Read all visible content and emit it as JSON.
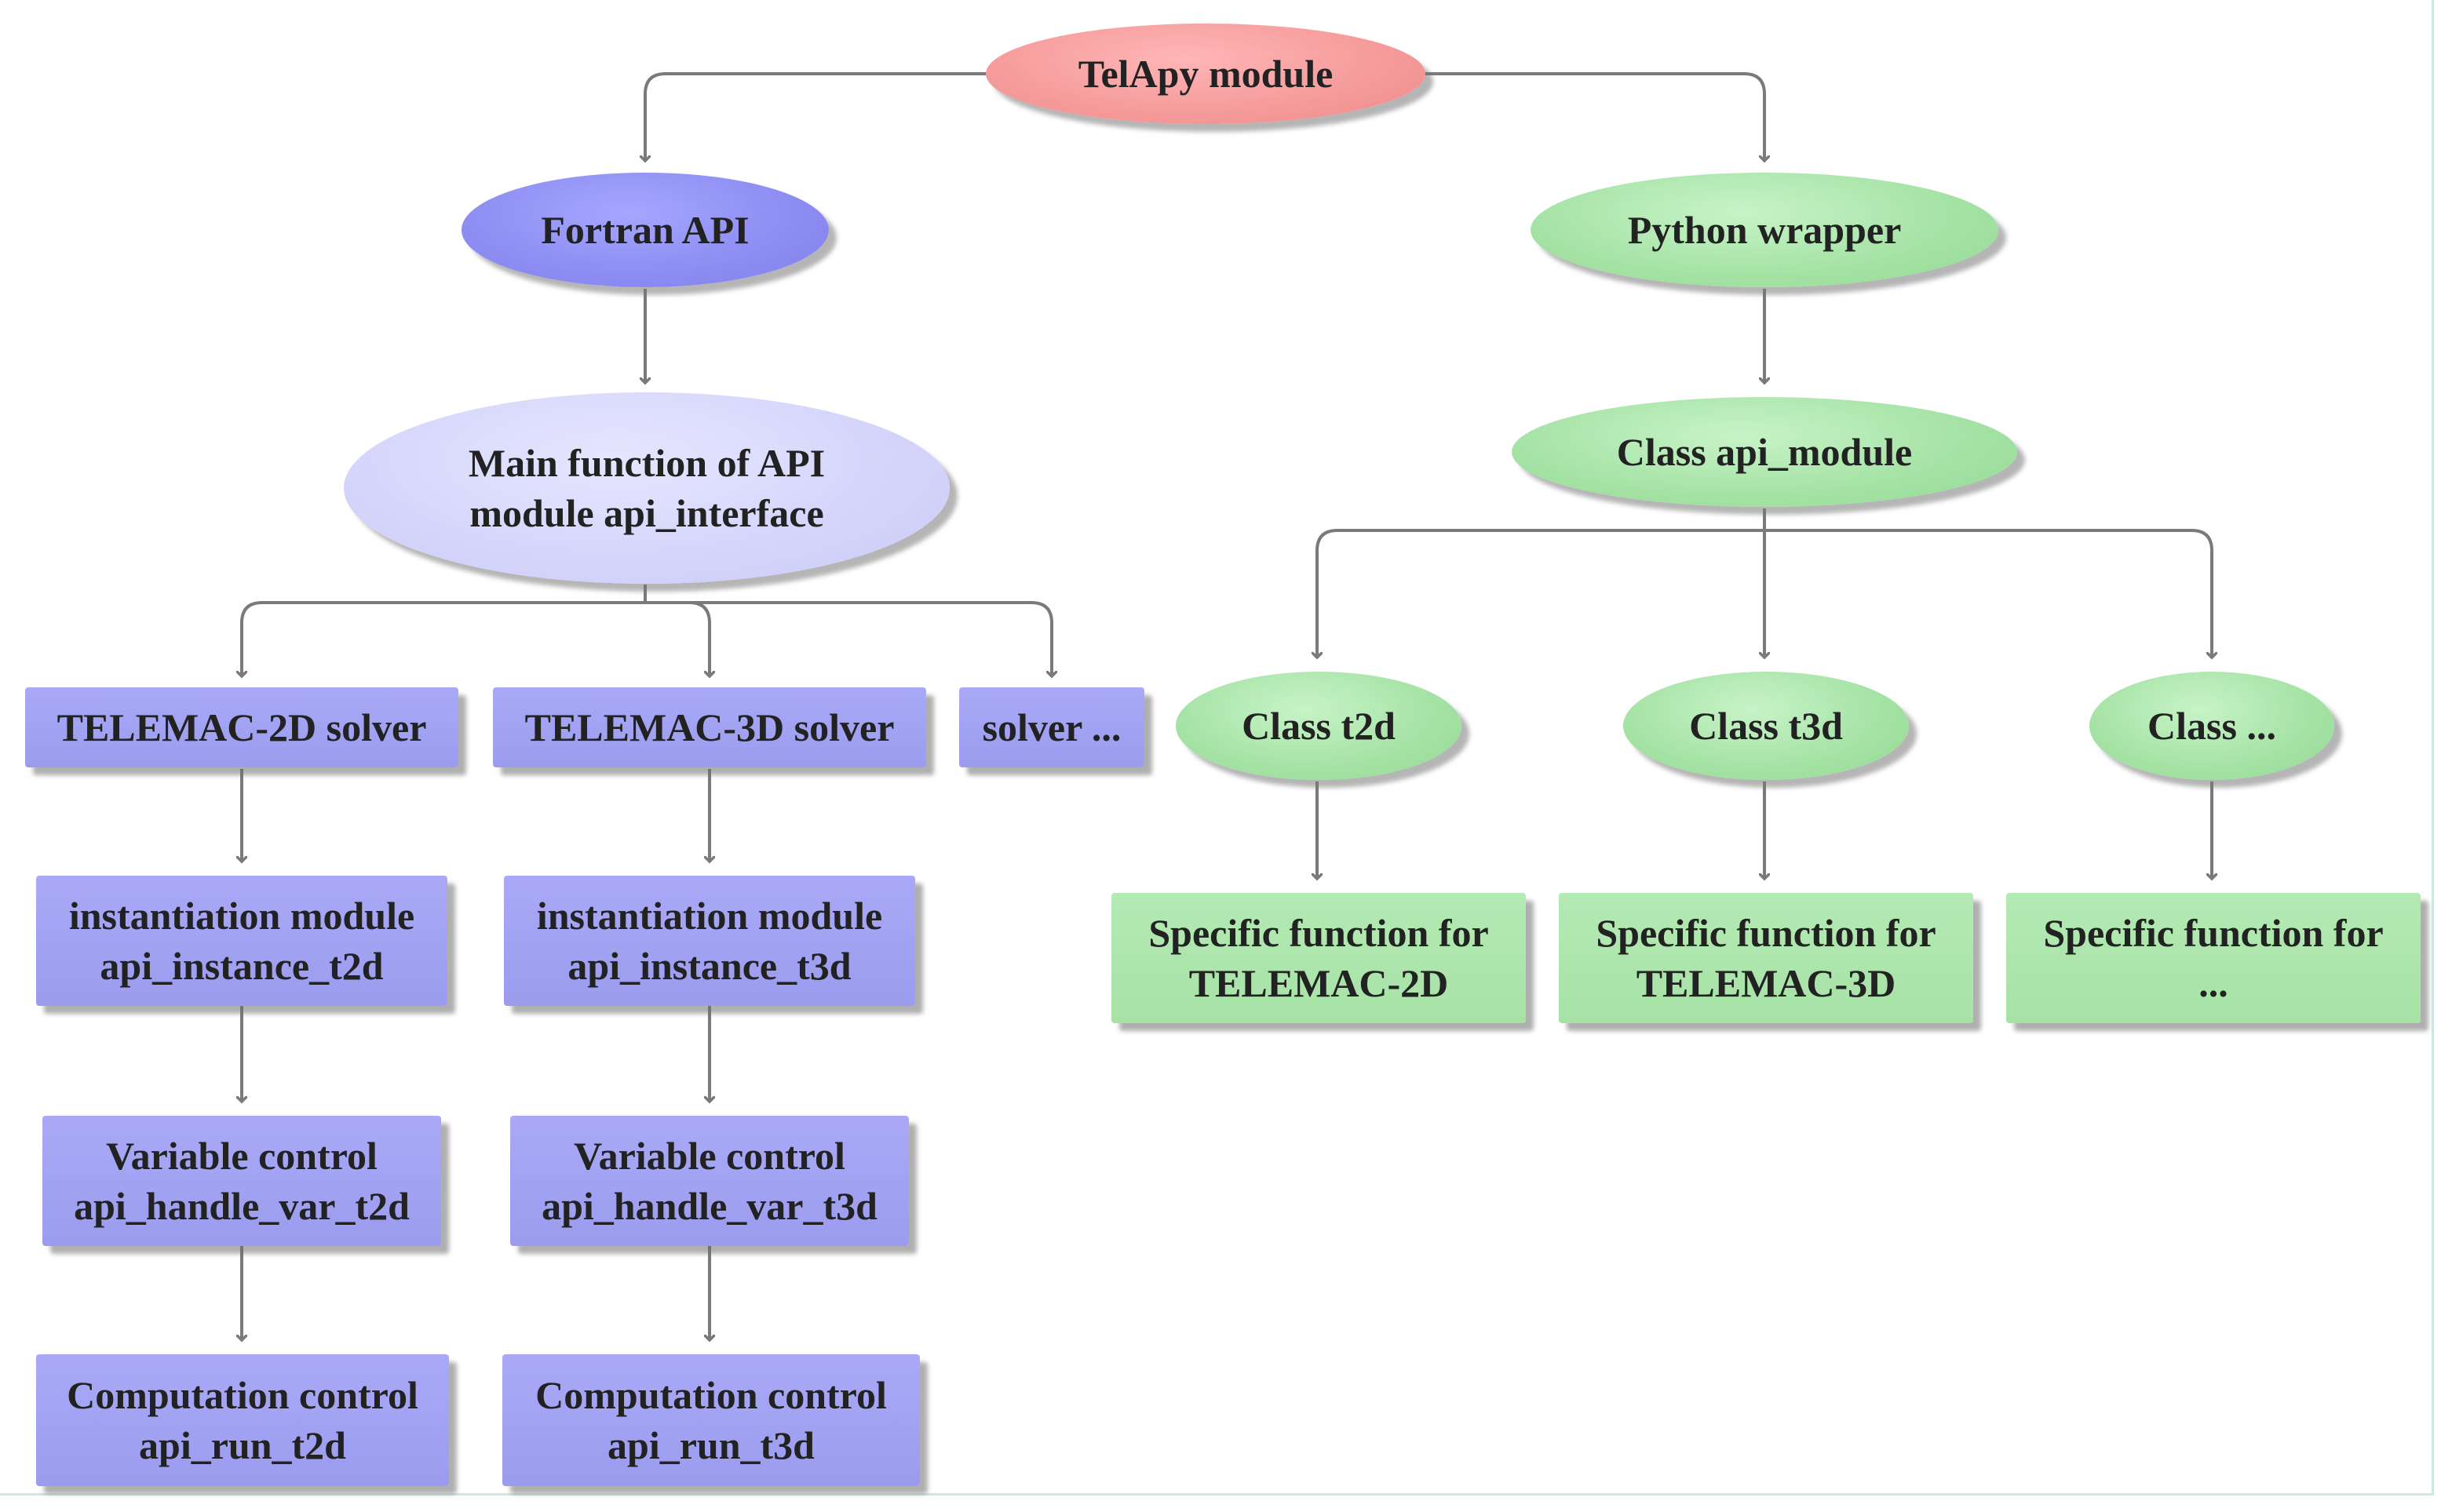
{
  "diagram": {
    "root": {
      "label": "TelApy module",
      "color": "#f59a9a"
    },
    "fortran": {
      "label": "Fortran API",
      "color": "#8c8cf2",
      "main": {
        "label": "Main function of API\nmodule api_interface",
        "color": "#d4d4fb"
      },
      "solvers": [
        {
          "label": "TELEMAC-2D solver",
          "instantiation": "instantiation module\napi_instance_t2d",
          "variable": "Variable control\napi_handle_var_t2d",
          "computation": "Computation control\napi_run_t2d"
        },
        {
          "label": "TELEMAC-3D solver",
          "instantiation": "instantiation module\napi_instance_t3d",
          "variable": "Variable control\napi_handle_var_t3d",
          "computation": "Computation control\napi_run_t3d"
        },
        {
          "label": "solver ..."
        }
      ]
    },
    "python": {
      "label": "Python wrapper",
      "color": "#a4e2a4",
      "class_api": {
        "label": "Class api_module"
      },
      "classes": [
        {
          "label": "Class t2d",
          "specific": "Specific function for\nTELEMAC-2D"
        },
        {
          "label": "Class t3d",
          "specific": "Specific function for\nTELEMAC-3D"
        },
        {
          "label": "Class ...",
          "specific": "Specific function for\n..."
        }
      ]
    },
    "colors": {
      "connector": "#7a7a7a",
      "box_blue": "#a9a9f7",
      "box_green": "#b4eab4"
    }
  }
}
